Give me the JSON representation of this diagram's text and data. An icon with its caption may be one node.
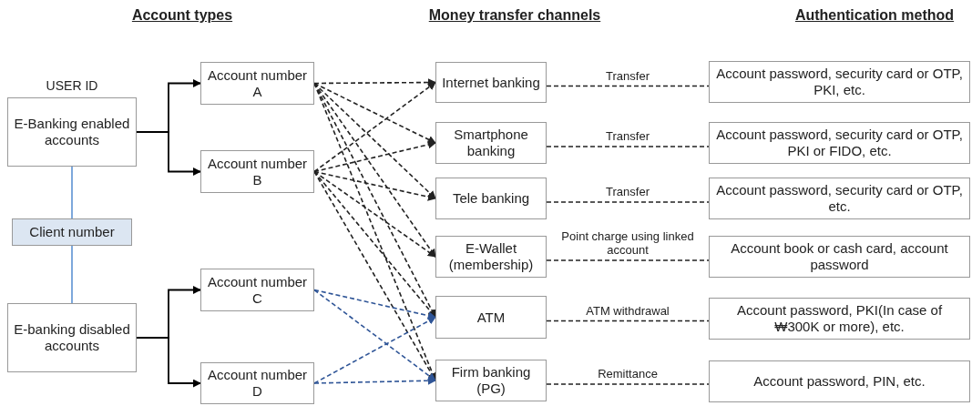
{
  "diagram": {
    "nodes": [
      {
        "text": [
          "E-Banking enabled accounts"
        ],
        "beside": [
          "USER ID"
        ]
      },
      {
        "text": [
          "Client number"
        ]
      },
      {
        "text": [
          "E-banking disabled accounts"
        ]
      },
      {
        "text": [
          "Account number A"
        ]
      },
      {
        "text": [
          "Account number B"
        ]
      },
      {
        "text": [
          "Account number C"
        ]
      },
      {
        "text": [
          "Account number D"
        ]
      },
      {
        "text": [
          "Internet banking"
        ]
      },
      {
        "text": [
          "Smartphone banking"
        ]
      },
      {
        "text": [
          "Tele banking"
        ]
      },
      {
        "text": [
          "E-Wallet (membership)"
        ]
      },
      {
        "text": [
          "ATM"
        ]
      },
      {
        "text": [
          "Firm banking (PG)"
        ]
      },
      {
        "text": [
          "Account password, security card or OTP, PKI, etc."
        ]
      },
      {
        "text": [
          "Account password, security card or OTP, PKI or FIDO, etc."
        ]
      },
      {
        "text": [
          "Account password, security card or OTP, etc."
        ]
      },
      {
        "text": [
          "Account book or cash card, account password"
        ]
      },
      {
        "text": [
          "Account password, PKI(In case of ₩300K or more), etc."
        ]
      },
      {
        "text": [
          "Account password, PIN, etc."
        ]
      }
    ],
    "edges": [
      {
        "from": 0,
        "to": 3,
        "arrow": "to"
      },
      {
        "from": 0,
        "to": 4,
        "arrow": "to"
      },
      {
        "from": 2,
        "to": 5,
        "arrow": "to"
      },
      {
        "from": 2,
        "to": 6,
        "arrow": "to"
      },
      {
        "from": 0,
        "to": 1,
        "arrow": "none",
        "color": "#6f9fd8"
      },
      {
        "from": 1,
        "to": 2,
        "arrow": "none",
        "color": "#6f9fd8"
      },
      {
        "from": 3,
        "to": 7,
        "arrow": "to",
        "style": "dashed"
      },
      {
        "from": 3,
        "to": 8,
        "arrow": "to",
        "style": "dashed"
      },
      {
        "from": 3,
        "to": 9,
        "arrow": "to",
        "style": "dashed"
      },
      {
        "from": 3,
        "to": 10,
        "arrow": "to",
        "style": "dashed"
      },
      {
        "from": 3,
        "to": 11,
        "arrow": "to",
        "style": "dashed"
      },
      {
        "from": 3,
        "to": 12,
        "arrow": "to",
        "style": "dashed"
      },
      {
        "from": 4,
        "to": 7,
        "arrow": "to",
        "style": "dashed"
      },
      {
        "from": 4,
        "to": 8,
        "arrow": "to",
        "style": "dashed"
      },
      {
        "from": 4,
        "to": 9,
        "arrow": "to",
        "style": "dashed"
      },
      {
        "from": 4,
        "to": 10,
        "arrow": "to",
        "style": "dashed"
      },
      {
        "from": 4,
        "to": 11,
        "arrow": "to",
        "style": "dashed"
      },
      {
        "from": 4,
        "to": 12,
        "arrow": "to",
        "style": "dashed"
      },
      {
        "from": 5,
        "to": 11,
        "arrow": "to",
        "style": "dashed",
        "color": "#2f5597"
      },
      {
        "from": 5,
        "to": 12,
        "arrow": "to",
        "style": "dashed",
        "color": "#2f5597"
      },
      {
        "from": 6,
        "to": 11,
        "arrow": "to",
        "style": "dashed",
        "color": "#2f5597"
      },
      {
        "from": 6,
        "to": 12,
        "arrow": "to",
        "style": "dashed",
        "color": "#2f5597"
      },
      {
        "from": 7,
        "to": 13,
        "arrow": "none",
        "style": "dashed",
        "label": "Transfer"
      },
      {
        "from": 8,
        "to": 14,
        "arrow": "none",
        "style": "dashed",
        "label": "Transfer"
      },
      {
        "from": 9,
        "to": 15,
        "arrow": "none",
        "style": "dashed",
        "label": "Transfer"
      },
      {
        "from": 10,
        "to": 16,
        "arrow": "none",
        "style": "dashed",
        "label": "Point charge using linked account"
      },
      {
        "from": 11,
        "to": 17,
        "arrow": "none",
        "style": "dashed",
        "label": "ATM withdrawal"
      },
      {
        "from": 12,
        "to": 18,
        "arrow": "none",
        "style": "dashed",
        "label": "Remittance"
      }
    ],
    "labels": [
      "Account types",
      "Money transfer channels",
      "Authentication method"
    ]
  }
}
